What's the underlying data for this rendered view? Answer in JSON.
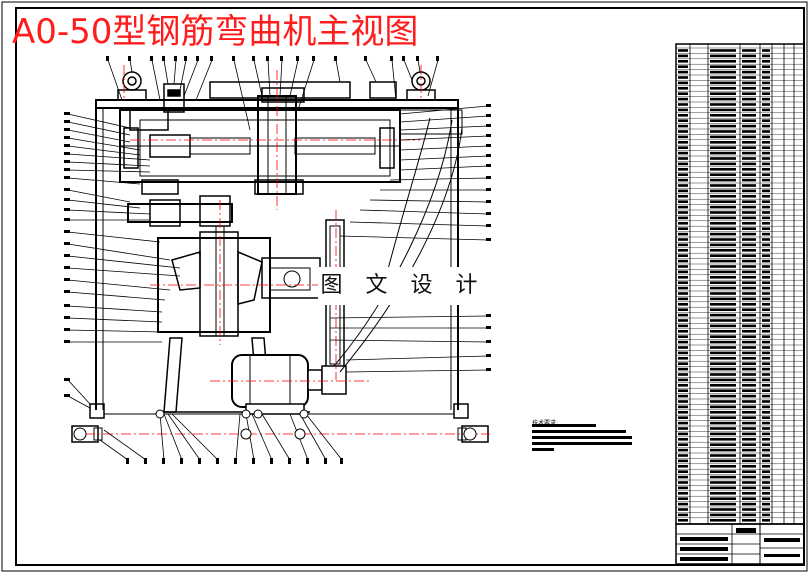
{
  "drawing": {
    "title": "A0-50型钢筋弯曲机主视图",
    "watermark": "图 文 设 计",
    "tech_note_label": "技术要求:"
  },
  "colors": {
    "title": "#ff1c1c",
    "line": "#000000",
    "center_line": "#ff0000",
    "machine_body": "#ffffff"
  }
}
